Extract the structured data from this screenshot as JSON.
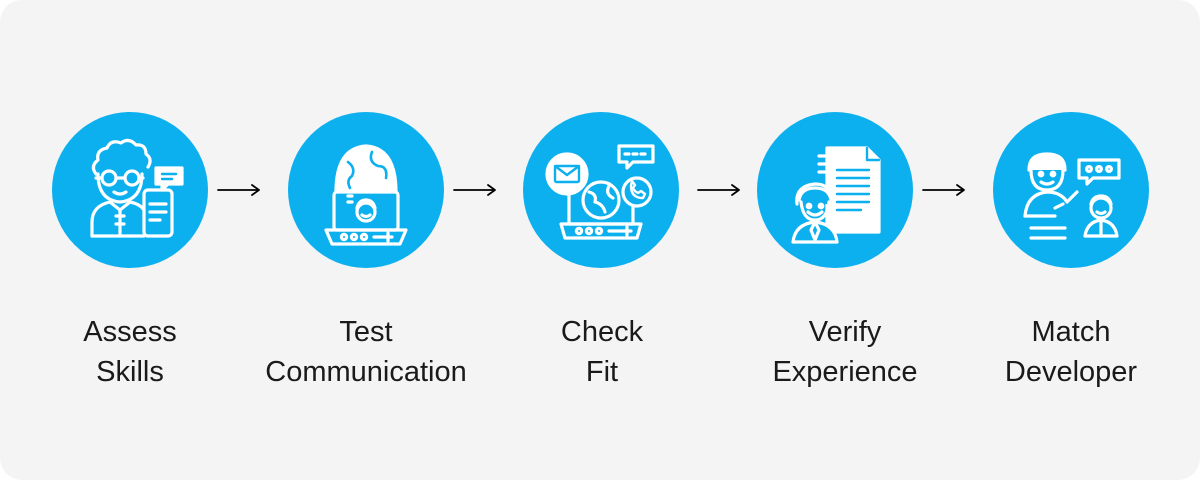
{
  "steps": [
    {
      "line1": "Assess",
      "line2": "Skills",
      "icon": "developer-with-phone-icon"
    },
    {
      "line1": "Test",
      "line2": "Communication",
      "icon": "laptop-video-call-icon"
    },
    {
      "line1": "Check",
      "line2": "Fit",
      "icon": "laptop-globe-messages-icon"
    },
    {
      "line1": "Verify",
      "line2": "Experience",
      "icon": "person-with-documents-icon"
    },
    {
      "line1": "Match",
      "line2": "Developer",
      "icon": "people-matching-chat-icon"
    }
  ],
  "colors": {
    "background": "#f4f4f5",
    "circle": "#0cb0ee",
    "icon": "#ffffff",
    "text": "#1a1a1a",
    "arrow": "#000000"
  }
}
